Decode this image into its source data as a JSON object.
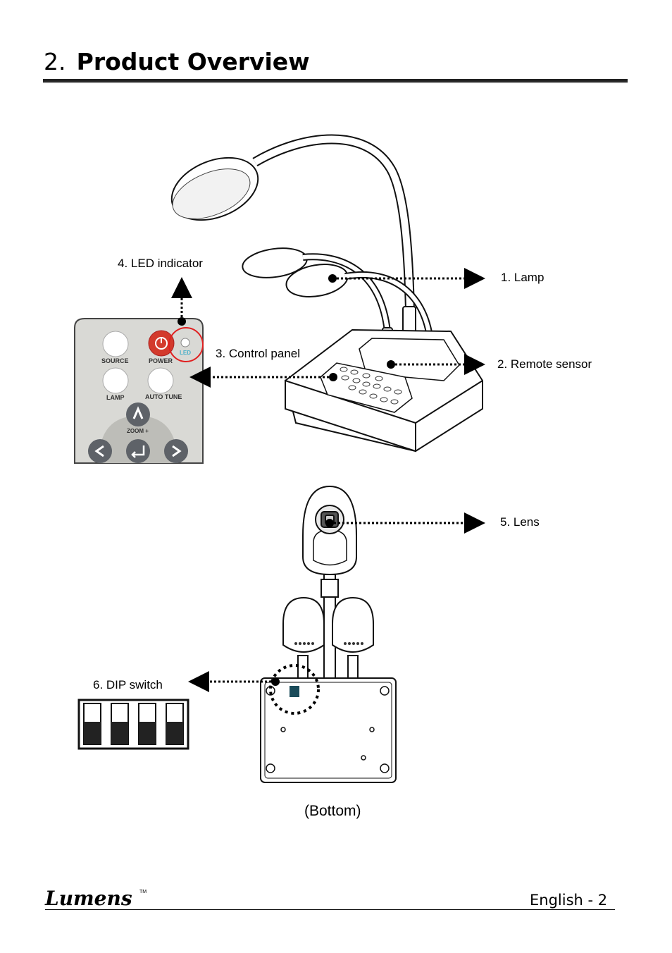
{
  "heading": {
    "number": "2.",
    "title": "Product Overview"
  },
  "labels": {
    "lamp": "1. Lamp",
    "remote_sensor": "2. Remote sensor",
    "control_panel": "3. Control panel",
    "led_indicator": "4. LED indicator",
    "lens": "5. Lens",
    "dip_switch": "6. DIP switch"
  },
  "remote_panel": {
    "source": "SOURCE",
    "power": "POWER",
    "led": "LED",
    "lamp": "LAMP",
    "auto_tune": "AUTO TUNE",
    "zoom": "ZOOM +"
  },
  "caption_bottom": "(Bottom)",
  "footer": {
    "logo": "Lumens",
    "trademark": "TM",
    "page": "English - 2"
  }
}
